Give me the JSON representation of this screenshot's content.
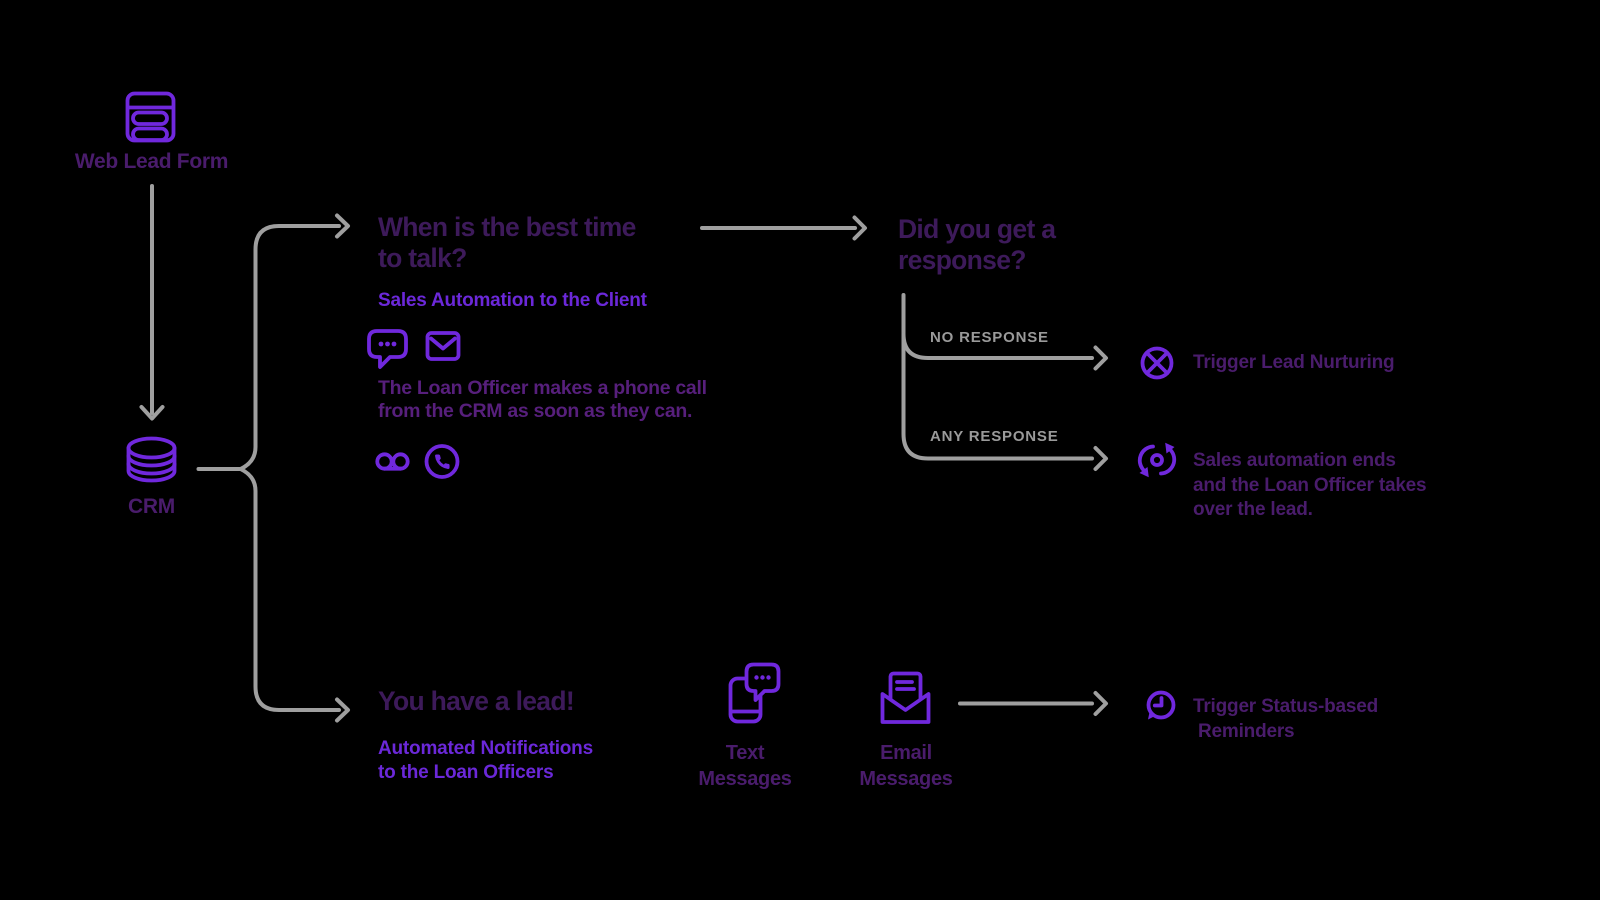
{
  "colors": {
    "background": "#000000",
    "icon-purple": "#7028dd",
    "accent-purple": "#6b28d9",
    "heading-purple": "#3d1a5a",
    "result-purple": "#4a1c6c",
    "body-purple": "#571f7c",
    "arrow-gray": "#9f9f9f",
    "label-gray": "#9a9a9a"
  },
  "nodes": {
    "web_lead_form": {
      "label": "Web Lead Form"
    },
    "crm": {
      "label": "CRM"
    },
    "best_time": {
      "title_line1": "When is the best time",
      "title_line2": "to talk?",
      "subtitle": "Sales Automation to the Client",
      "body_line1": "The Loan Officer makes a phone call",
      "body_line2": "from the CRM as soon as they can."
    },
    "response_question": {
      "title_line1": "Did you get a",
      "title_line2": "response?"
    },
    "no_response": {
      "branch_label": "NO RESPONSE",
      "result": "Trigger Lead Nurturing"
    },
    "any_response": {
      "branch_label": "ANY RESPONSE",
      "result_line1": "Sales automation ends",
      "result_line2": "and the Loan Officer takes",
      "result_line3": "over the lead."
    },
    "you_have_lead": {
      "title": "You have a lead!",
      "subtitle_line1": "Automated Notifications",
      "subtitle_line2": "to the Loan Officers"
    },
    "text_messages": {
      "label_line1": "Text",
      "label_line2": "Messages"
    },
    "email_messages": {
      "label_line1": "Email",
      "label_line2": "Messages"
    },
    "status_reminders": {
      "result_line1": "Trigger Status-based",
      "result_line2": "Reminders"
    }
  },
  "icons": {
    "web_lead_form": "form-window-icon",
    "crm": "database-icon",
    "client_channel_1": "chat-bubble-icon",
    "client_channel_2": "envelope-icon",
    "call_channel_1": "voicemail-icon",
    "call_channel_2": "phone-call-icon",
    "no_response_result": "cancel-circle-icon",
    "any_response_result": "sync-arrows-icon",
    "text_messages": "phone-text-message-icon",
    "email_messages": "email-receive-icon",
    "status_reminders": "history-clock-icon"
  }
}
